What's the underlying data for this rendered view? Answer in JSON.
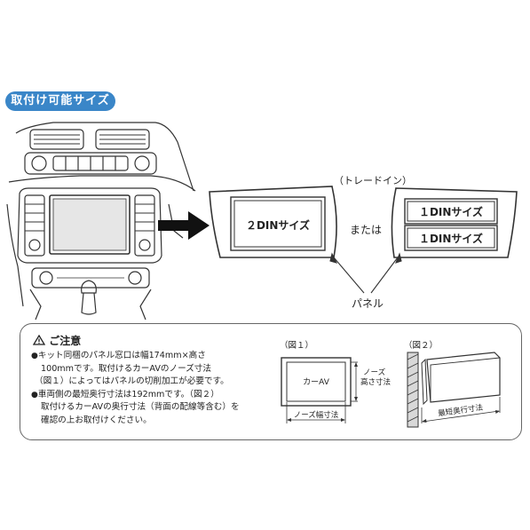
{
  "title": "取付け可能サイズ",
  "diagram": {
    "trade_in_label": "（トレードイン）",
    "panel_2din_label": "２DINサイズ",
    "or_label": "または",
    "panel_1din_top_label": "１DINサイズ",
    "panel_1din_bottom_label": "１DINサイズ",
    "panel_label": "パネル"
  },
  "notice": {
    "title": "ご注意",
    "bullet_1_line_1": "キット同梱のパネル窓口は幅174mm×高さ",
    "bullet_1_line_2": "100mmです。取付けるカーAVのノーズ寸法",
    "bullet_1_line_3": "（図１）によってはパネルの切削加工が必要です。",
    "bullet_2_line_1": "車両側の最短奥行寸法は192mmです。（図２）",
    "bullet_2_line_2": "取付けるカーAVの奥行寸法（背面の配線等含む）を",
    "bullet_2_line_3": "確認の上お取付けください。"
  },
  "figure_1": {
    "title": "（図１）",
    "device_label": "カーAV",
    "height_label_line_1": "ノーズ",
    "height_label_line_2": "高さ寸法",
    "width_label": "ノーズ幅寸法"
  },
  "figure_2": {
    "title": "（図２）",
    "depth_label": "最短奥行寸法"
  },
  "icons": [
    "warning-icon",
    "arrow-right-icon"
  ],
  "colors": {
    "title_badge": "#3a86c8",
    "line": "#333333",
    "fill_gray": "#d8d8d8"
  }
}
